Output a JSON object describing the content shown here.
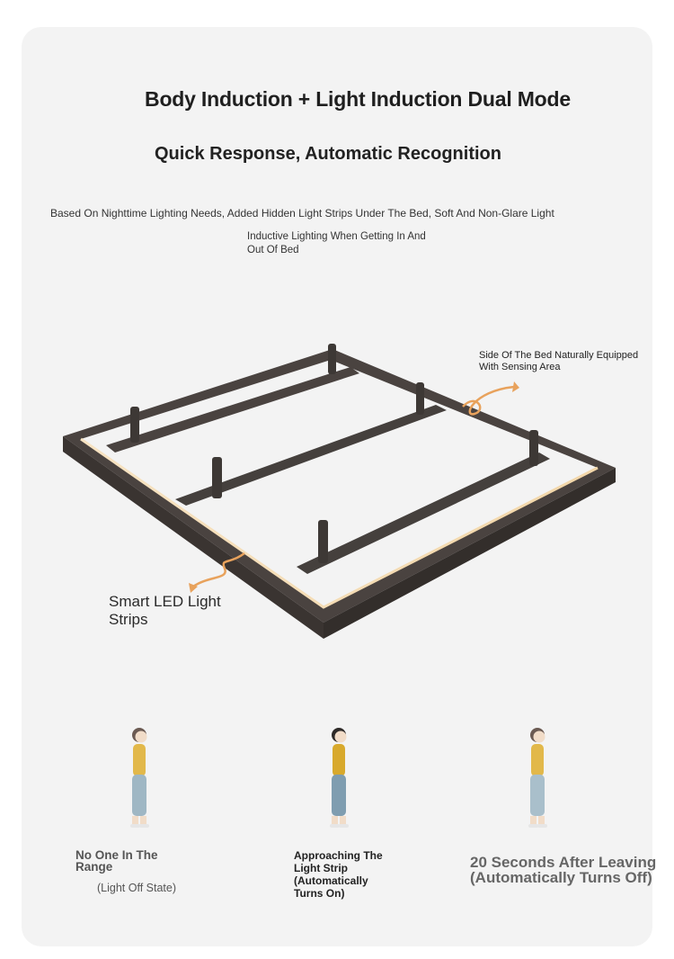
{
  "headline": "Body Induction + Light Induction Dual Mode",
  "subheadline": "Quick Response, Automatic Recognition",
  "description": "Based On Nighttime Lighting Needs, Added Hidden Light Strips Under The Bed, Soft And Non-Glare Light",
  "inductive_note": "Inductive Lighting When Getting In And Out Of Bed",
  "callouts": {
    "sensing_area": "Side Of The Bed Naturally Equipped With Sensing Area",
    "led_strips": "Smart LED Light Strips"
  },
  "states": [
    {
      "label": "No One In The Range",
      "sub": "(Light Off State)"
    },
    {
      "label": "Approaching The Light Strip (Automatically Turns On)"
    },
    {
      "label": "20 Seconds After Leaving (Automatically Turns Off)"
    }
  ],
  "colors": {
    "frame": "#4a4340",
    "glow": "#f2d6a8",
    "arrow": "#e8a25c",
    "shirt": "#e2b84a",
    "pants": "#9fb7c4"
  }
}
